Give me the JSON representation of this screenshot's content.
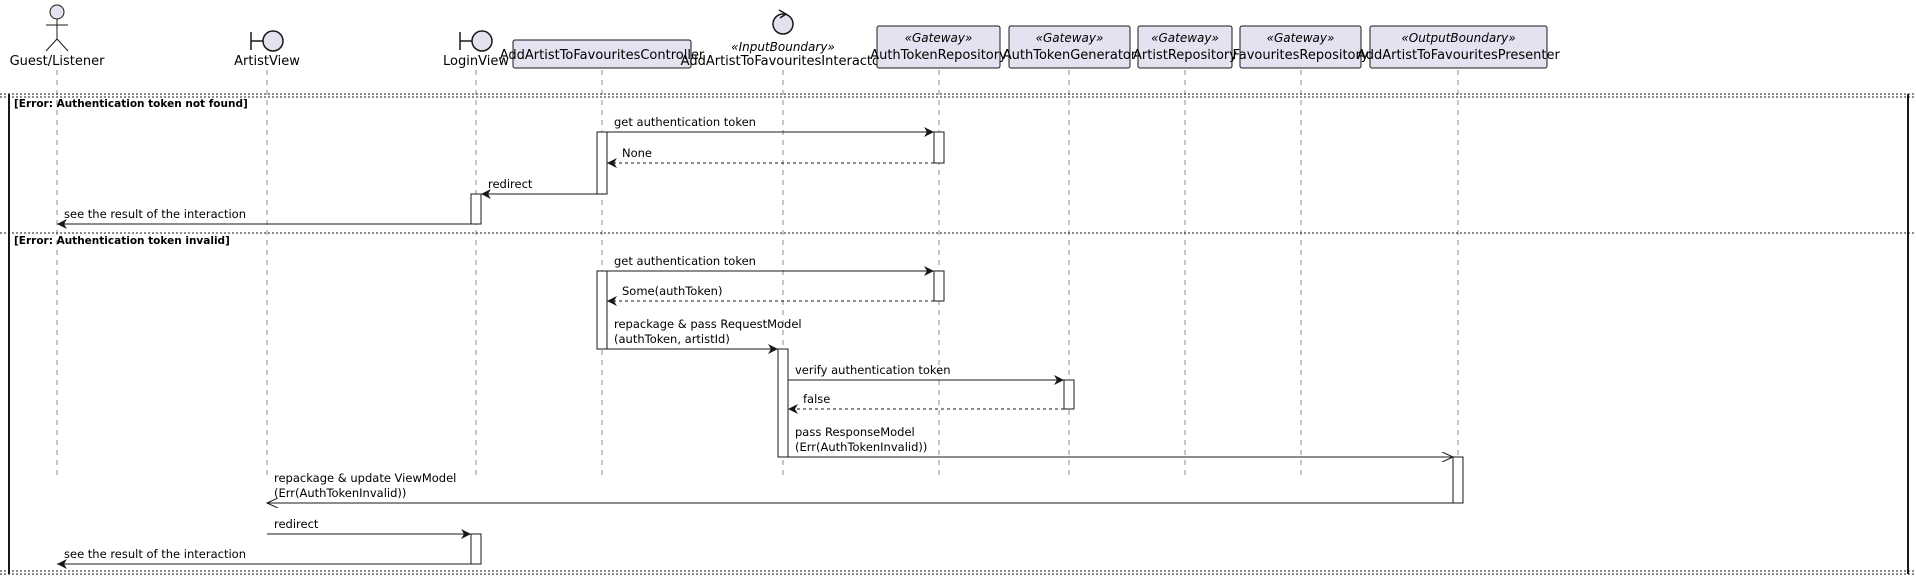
{
  "colors": {
    "participant_fill": "#E2E2F0",
    "participant_border": "#181818",
    "lifeline": "#8C8C8C",
    "line": "#181818",
    "activation_fill": "#FFFFFF",
    "background": "#FFFFFF"
  },
  "participants": [
    {
      "id": "guest",
      "kind": "actor",
      "name": "Guest/Listener",
      "stereotype": ""
    },
    {
      "id": "artistView",
      "kind": "boundary",
      "name": "ArtistView",
      "stereotype": ""
    },
    {
      "id": "loginView",
      "kind": "boundary",
      "name": "LoginView",
      "stereotype": ""
    },
    {
      "id": "controller",
      "kind": "participant",
      "name": "AddArtistToFavouritesController",
      "stereotype": ""
    },
    {
      "id": "interactor",
      "kind": "control",
      "name": "AddArtistToFavouritesInteractor",
      "stereotype": "«InputBoundary»"
    },
    {
      "id": "authRepo",
      "kind": "participant",
      "name": "AuthTokenRepository",
      "stereotype": "«Gateway»"
    },
    {
      "id": "authGen",
      "kind": "participant",
      "name": "AuthTokenGenerator",
      "stereotype": "«Gateway»"
    },
    {
      "id": "artistRepo",
      "kind": "participant",
      "name": "ArtistRepository",
      "stereotype": "«Gateway»"
    },
    {
      "id": "favRepo",
      "kind": "participant",
      "name": "FavouritesRepository",
      "stereotype": "«Gateway»"
    },
    {
      "id": "presenter",
      "kind": "participant",
      "name": "AddArtistToFavouritesPresenter",
      "stereotype": "«OutputBoundary»"
    }
  ],
  "fragments": [
    {
      "label": "[Error: Authentication token not found]"
    },
    {
      "label": "[Error: Authentication token invalid]"
    }
  ],
  "messages": [
    {
      "from": "controller",
      "to": "authRepo",
      "style": "sync",
      "lines": [
        "get authentication token"
      ]
    },
    {
      "from": "authRepo",
      "to": "controller",
      "style": "return",
      "lines": [
        "None"
      ]
    },
    {
      "from": "controller",
      "to": "loginView",
      "style": "sync",
      "lines": [
        "redirect"
      ]
    },
    {
      "from": "loginView",
      "to": "guest",
      "style": "sync",
      "lines": [
        "see the result of the interaction"
      ]
    },
    {
      "from": "controller",
      "to": "authRepo",
      "style": "sync",
      "lines": [
        "get authentication token"
      ]
    },
    {
      "from": "authRepo",
      "to": "controller",
      "style": "return",
      "lines": [
        "Some(authToken)"
      ]
    },
    {
      "from": "controller",
      "to": "interactor",
      "style": "sync",
      "lines": [
        "repackage & pass RequestModel",
        "(authToken, artistId)"
      ]
    },
    {
      "from": "interactor",
      "to": "authGen",
      "style": "sync",
      "lines": [
        "verify authentication token"
      ]
    },
    {
      "from": "authGen",
      "to": "interactor",
      "style": "return",
      "lines": [
        "false"
      ]
    },
    {
      "from": "interactor",
      "to": "presenter",
      "style": "async",
      "lines": [
        "pass ResponseModel",
        "(Err(AuthTokenInvalid))"
      ]
    },
    {
      "from": "presenter",
      "to": "artistView",
      "style": "async",
      "lines": [
        "repackage & update ViewModel",
        "(Err(AuthTokenInvalid))"
      ]
    },
    {
      "from": "artistView",
      "to": "loginView",
      "style": "sync",
      "lines": [
        "redirect"
      ]
    },
    {
      "from": "loginView",
      "to": "guest",
      "style": "sync",
      "lines": [
        "see the result of the interaction"
      ]
    }
  ]
}
